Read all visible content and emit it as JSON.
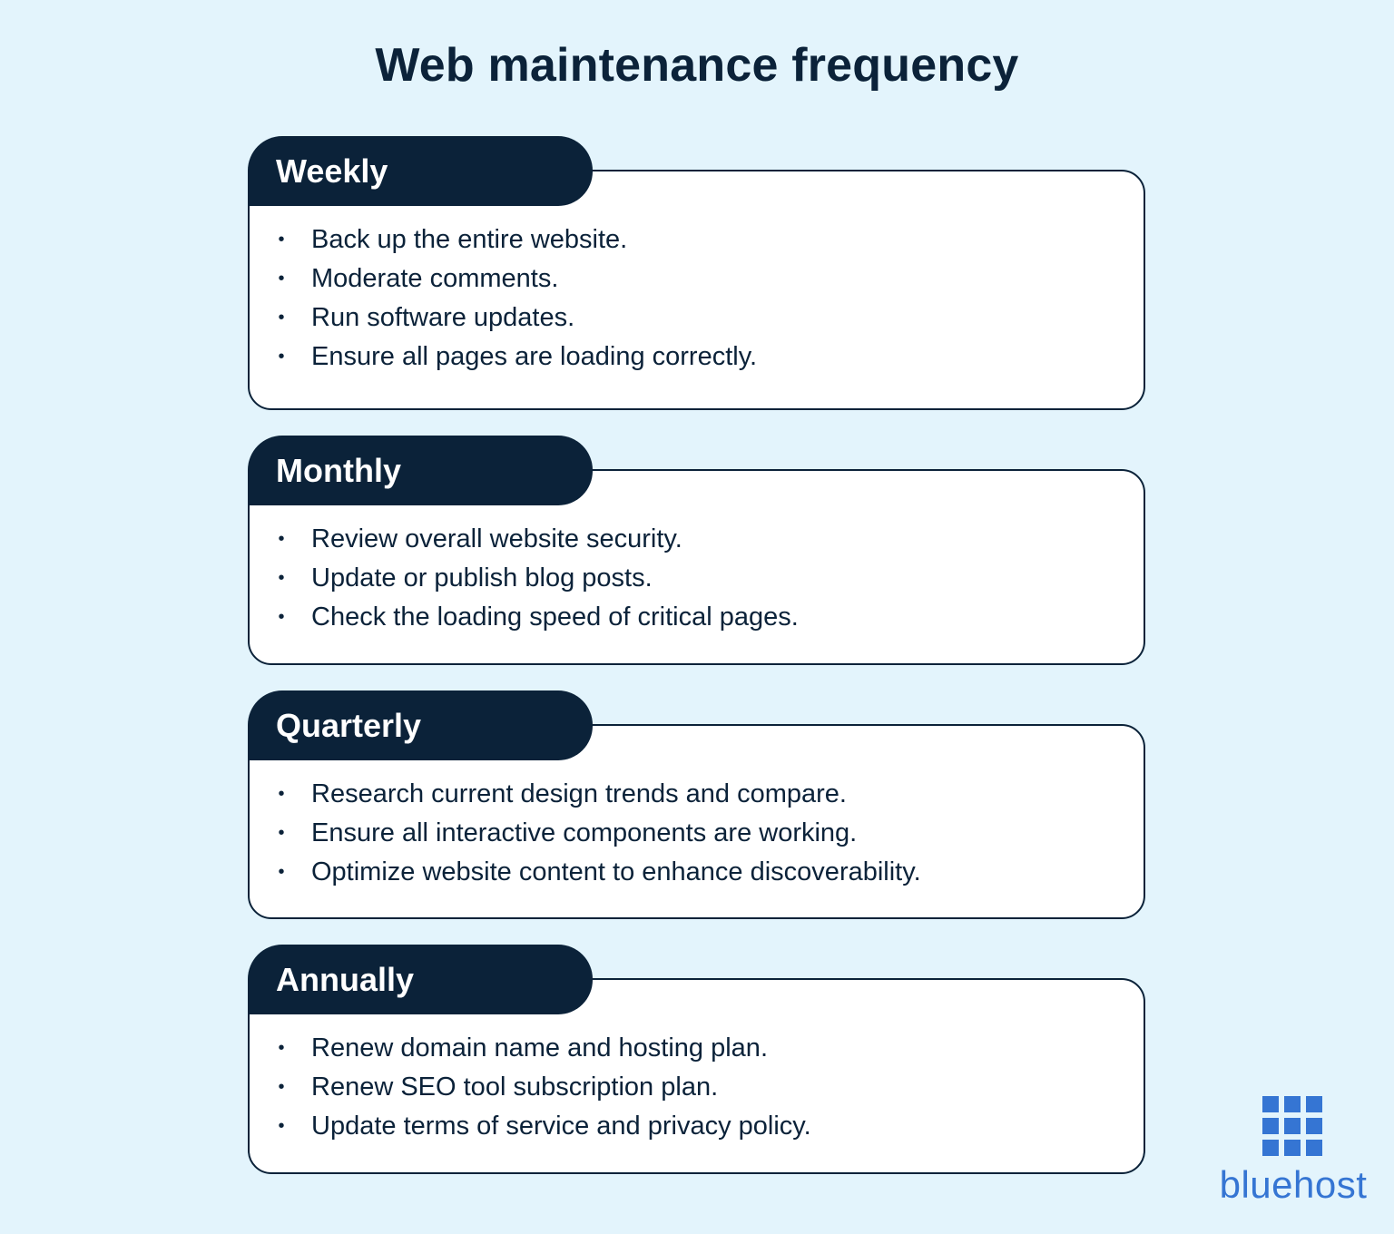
{
  "title": "Web maintenance frequency",
  "colors": {
    "background": "#e3f4fc",
    "navy": "#0b2239",
    "card": "#ffffff",
    "brand_blue": "#3575d3"
  },
  "sections": [
    {
      "heading": "Weekly",
      "items": [
        "Back up the entire website.",
        "Moderate comments.",
        "Run software updates.",
        "Ensure all pages are loading correctly."
      ]
    },
    {
      "heading": "Monthly",
      "items": [
        "Review overall website security.",
        "Update or publish blog posts.",
        "Check the loading speed of critical pages."
      ]
    },
    {
      "heading": "Quarterly",
      "items": [
        "Research current design trends and compare.",
        "Ensure all interactive components are working.",
        "Optimize website content to enhance discoverability."
      ]
    },
    {
      "heading": "Annually",
      "items": [
        "Renew domain name and hosting plan.",
        "Renew SEO tool subscription plan.",
        "Update terms of service and privacy policy."
      ]
    }
  ],
  "bullet_glyph": "•",
  "logo": {
    "icon": "grid-logo-icon",
    "text": "bluehost"
  }
}
